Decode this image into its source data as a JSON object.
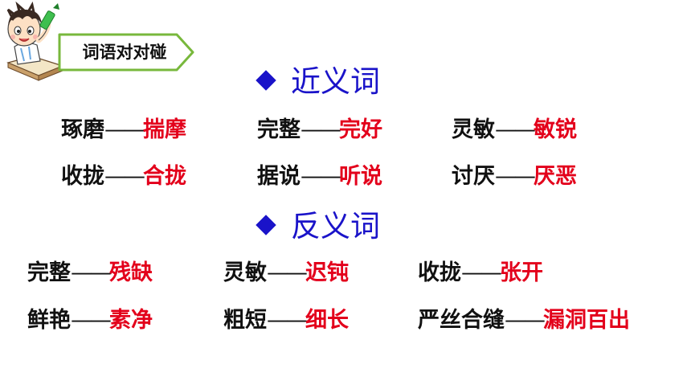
{
  "title_tag": {
    "label": "词语对对碰",
    "border_color": "#78b83c"
  },
  "synonyms": {
    "heading": "近义词",
    "pairs": [
      {
        "word": "琢磨",
        "dash": "——",
        "answer": "揣摩"
      },
      {
        "word": "完整",
        "dash": "——",
        "answer": "完好"
      },
      {
        "word": "灵敏",
        "dash": "——",
        "answer": "敏锐"
      },
      {
        "word": "收拢",
        "dash": "——",
        "answer": "合拢"
      },
      {
        "word": "据说",
        "dash": "——",
        "answer": "听说"
      },
      {
        "word": "讨厌",
        "dash": "——",
        "answer": "厌恶"
      }
    ]
  },
  "antonyms": {
    "heading": "反义词",
    "pairs": [
      {
        "word": "完整",
        "dash": "——",
        "answer": "残缺"
      },
      {
        "word": "灵敏",
        "dash": "——",
        "answer": "迟钝"
      },
      {
        "word": "收拢",
        "dash": "——",
        "answer": "张开"
      },
      {
        "word": "鲜艳",
        "dash": "——",
        "answer": "素净"
      },
      {
        "word": "粗短",
        "dash": "——",
        "answer": "细长"
      },
      {
        "word": "严丝合缝",
        "dash": "——",
        "answer": "漏洞百出"
      }
    ]
  },
  "colors": {
    "heading": "#1a13c9",
    "answer": "#e3001b",
    "word": "#111111"
  },
  "icons": {
    "heading_marker": "diamond-icon",
    "illustration": "boy-reading-illustration"
  }
}
